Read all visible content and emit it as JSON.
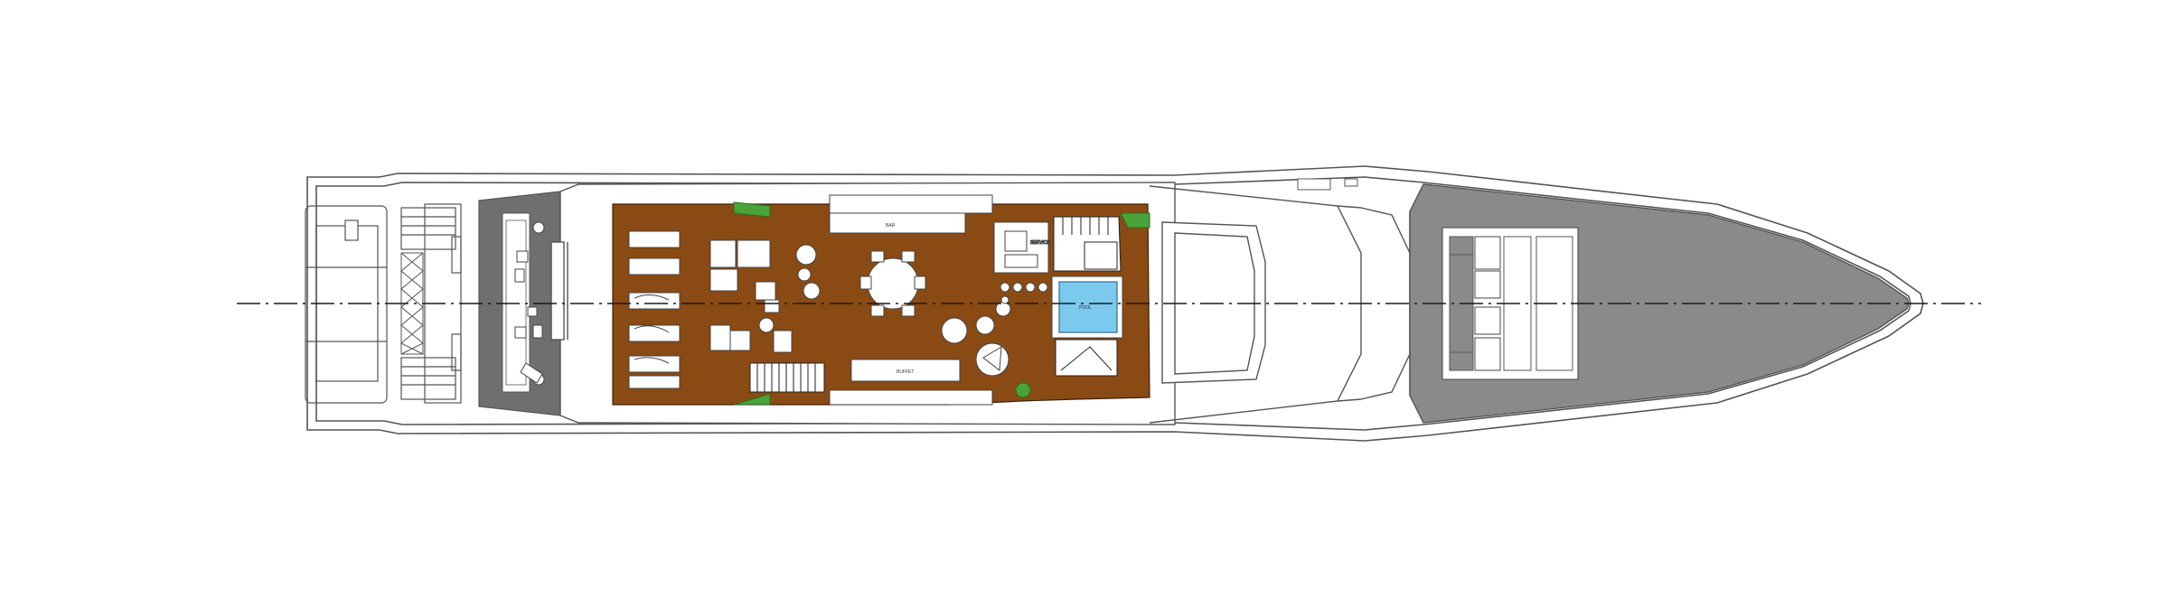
{
  "drawing": {
    "type": "yacht-deck-plan",
    "view": "top",
    "labels": {
      "bar": "BAR",
      "pool": "POOL",
      "buffet": "BUFFET",
      "service": "SERVICE"
    },
    "colors": {
      "background": "#ffffff",
      "outline": "#555555",
      "teak_deck": "#8a4a14",
      "pool_water": "#7cc9ee",
      "planter_green": "#4aa33a",
      "foredeck_grey": "#8a8a8a",
      "furniture_white": "#ffffff"
    },
    "icons": {
      "dining": "round-table-icon",
      "loungers": "sun-lounger-icon",
      "stairs": "staircase-icon",
      "centerline": "centerline-icon"
    },
    "counts": {
      "sun_loungers": 6,
      "dining_chairs": 6,
      "planters": 4
    }
  }
}
